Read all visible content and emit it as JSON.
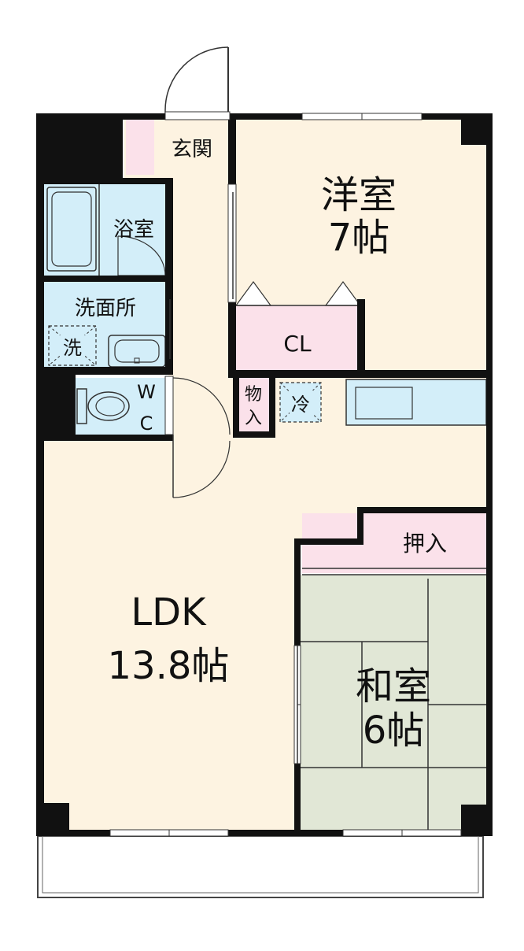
{
  "rooms": {
    "entrance": "玄関",
    "bath": "浴室",
    "washroom": "洗面所",
    "washer": "洗",
    "wc_w": "W",
    "wc_c": "C",
    "western_name": "洋室",
    "western_size": "7帖",
    "closet": "CL",
    "storage_1": "物",
    "storage_2": "入",
    "fridge": "冷",
    "oshiire": "押入",
    "ldk_name": "LDK",
    "ldk_size": "13.8帖",
    "japanese_name": "和室",
    "japanese_size": "6帖"
  },
  "colors": {
    "wall": "#111111",
    "floor": "#fdf3e1",
    "wet": "#d3eef9",
    "pink": "#fbe1ea",
    "tatami": "#e1e7d6",
    "line": "#333333"
  }
}
